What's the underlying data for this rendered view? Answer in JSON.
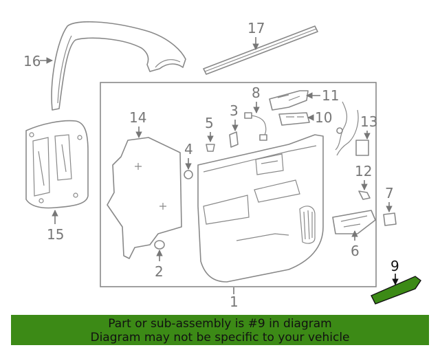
{
  "diagram": {
    "callouts": [
      "1",
      "2",
      "3",
      "4",
      "5",
      "6",
      "7",
      "8",
      "9",
      "10",
      "11",
      "12",
      "13",
      "14",
      "15",
      "16",
      "17"
    ],
    "highlighted_part": "9",
    "highlight_color": "#3c8a16"
  },
  "banner": {
    "line1": "Part or sub-assembly is #9 in diagram",
    "line2": "Diagram may not be specific to your vehicle",
    "background": "#3c8a16"
  }
}
